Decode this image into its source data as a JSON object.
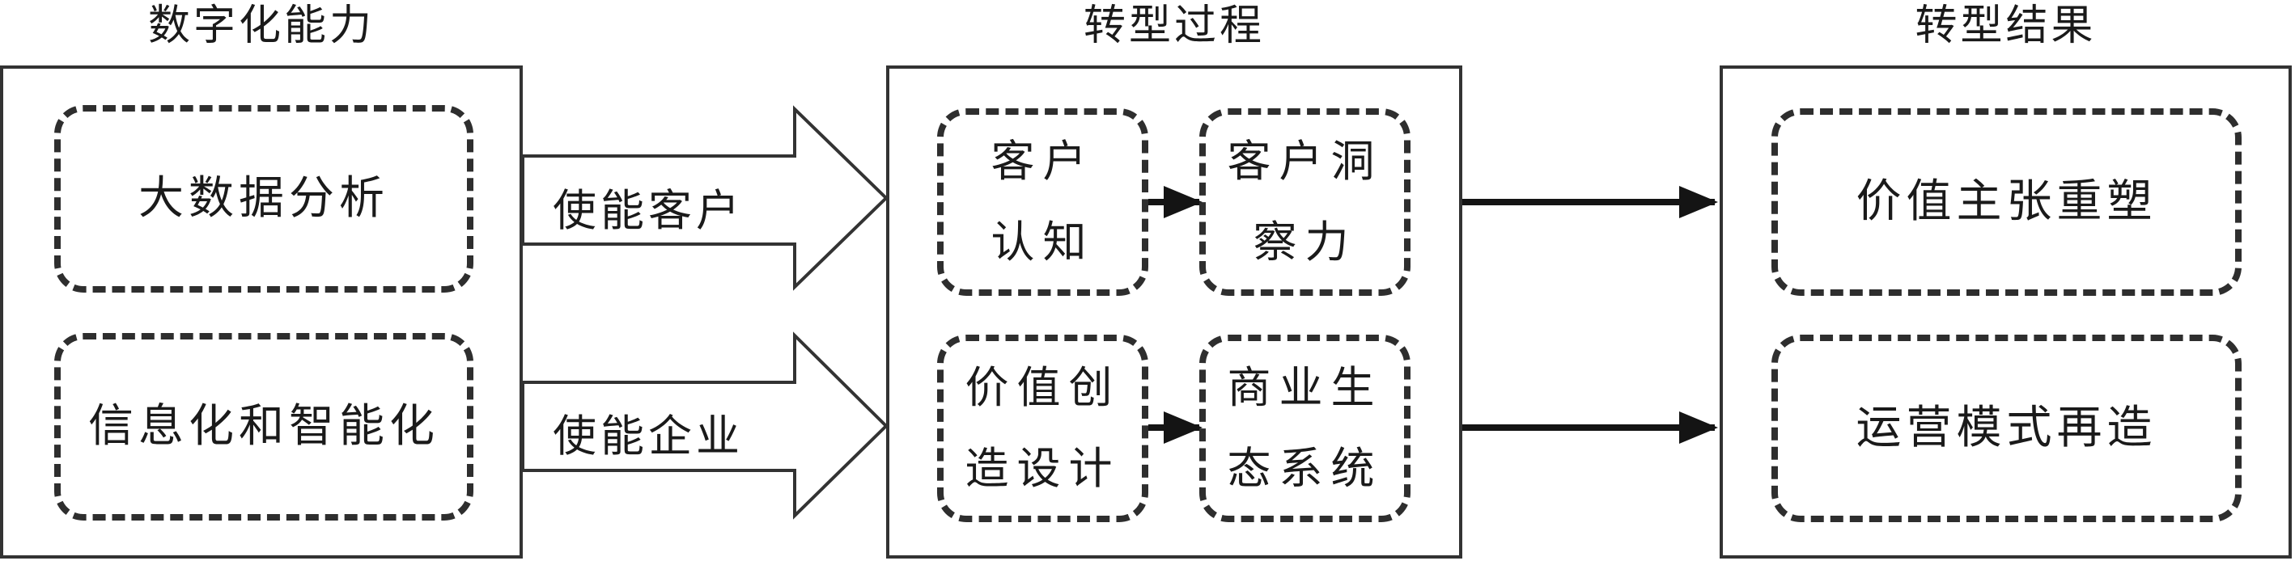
{
  "titles": {
    "capability": "数字化能力",
    "process": "转型过程",
    "result": "转型结果"
  },
  "capability": {
    "items": [
      "大数据分析",
      "信息化和智能化"
    ]
  },
  "enablers": {
    "customer": "使能客户",
    "enterprise": "使能企业"
  },
  "process": {
    "customer_cognition": {
      "line1": "客户",
      "line2": "认知"
    },
    "customer_insight": {
      "line1": "客户洞",
      "line2": "察力"
    },
    "value_creation": {
      "line1": "价值创",
      "line2": "造设计"
    },
    "business_ecosystem": {
      "line1": "商业生",
      "line2": "态系统"
    }
  },
  "result": {
    "items": [
      "价值主张重塑",
      "运营模式再造"
    ]
  }
}
